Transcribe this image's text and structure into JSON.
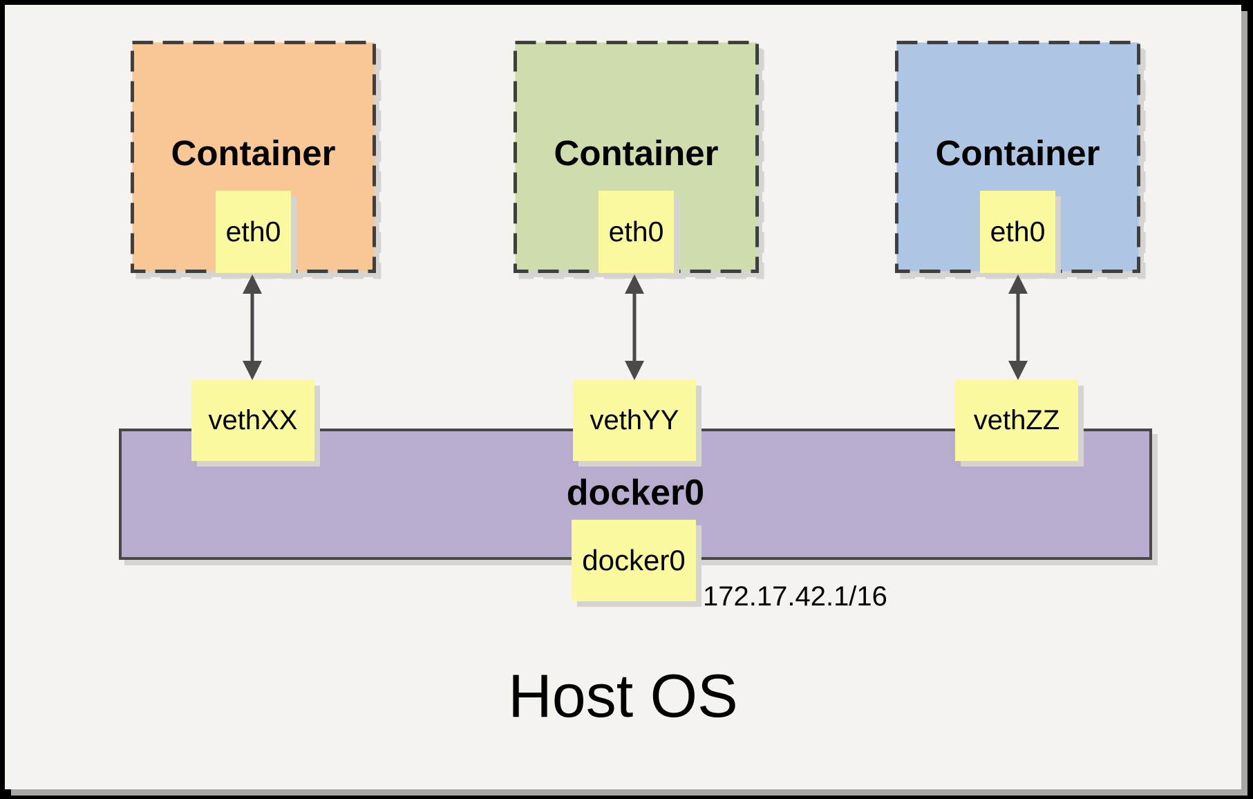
{
  "host": {
    "label": "Host OS"
  },
  "bridge": {
    "label": "docker0",
    "interface_label": "docker0",
    "ip": "172.17.42.1/16",
    "fill": "#b8adcf"
  },
  "containers": [
    {
      "label": "Container",
      "interface": "eth0",
      "veth": "vethXX",
      "fill": "#f8c795"
    },
    {
      "label": "Container",
      "interface": "eth0",
      "veth": "vethYY",
      "fill": "#cfddae"
    },
    {
      "label": "Container",
      "interface": "eth0",
      "veth": "vethZZ",
      "fill": "#aec5e3"
    }
  ],
  "colors": {
    "background": "#f5f3ef",
    "frame": "#000000",
    "node_fill": "#fbf9a0",
    "dashed_border": "#3f3f3f",
    "bar_border": "#474747",
    "arrow": "#4a4a4a",
    "shadow": "#d6d4d0"
  }
}
